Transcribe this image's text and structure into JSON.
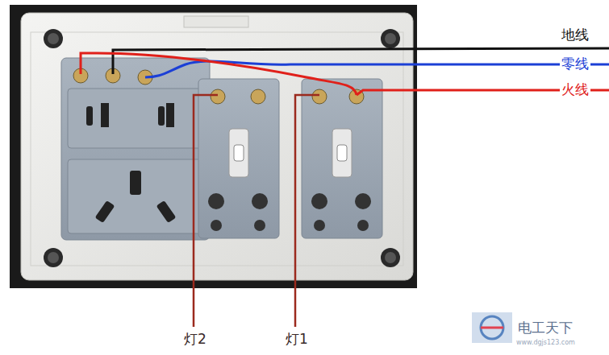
{
  "diagram": {
    "labels": [
      "地线",
      "零线",
      "火线",
      "灯2",
      "灯1",
      "电工天下",
      "www.dgjs123.com"
    ]
  }
}
